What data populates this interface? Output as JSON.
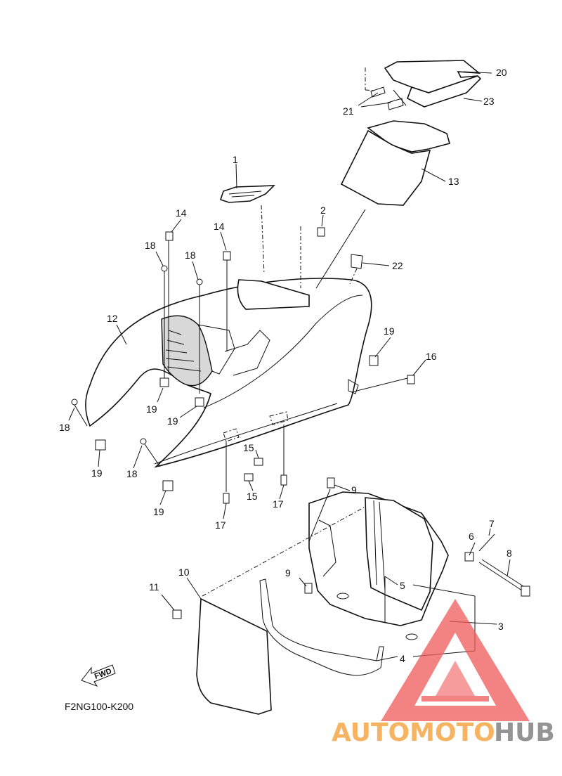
{
  "diagram": {
    "code": "F2NG100-K200",
    "fwd_label": "FWD",
    "parts": [
      {
        "key": "p1",
        "label": "1"
      },
      {
        "key": "p2",
        "label": "2"
      },
      {
        "key": "p3",
        "label": "3"
      },
      {
        "key": "p4",
        "label": "4"
      },
      {
        "key": "p5",
        "label": "5"
      },
      {
        "key": "p6",
        "label": "6"
      },
      {
        "key": "p7",
        "label": "7"
      },
      {
        "key": "p8",
        "label": "8"
      },
      {
        "key": "p9a",
        "label": "9"
      },
      {
        "key": "p9b",
        "label": "9"
      },
      {
        "key": "p10",
        "label": "10"
      },
      {
        "key": "p11",
        "label": "11"
      },
      {
        "key": "p12",
        "label": "12"
      },
      {
        "key": "p13",
        "label": "13"
      },
      {
        "key": "p14a",
        "label": "14"
      },
      {
        "key": "p14b",
        "label": "14"
      },
      {
        "key": "p15a",
        "label": "15"
      },
      {
        "key": "p15b",
        "label": "15"
      },
      {
        "key": "p16",
        "label": "16"
      },
      {
        "key": "p17a",
        "label": "17"
      },
      {
        "key": "p17b",
        "label": "17"
      },
      {
        "key": "p18a",
        "label": "18"
      },
      {
        "key": "p18b",
        "label": "18"
      },
      {
        "key": "p18c",
        "label": "18"
      },
      {
        "key": "p18d",
        "label": "18"
      },
      {
        "key": "p19a",
        "label": "19"
      },
      {
        "key": "p19b",
        "label": "19"
      },
      {
        "key": "p19c",
        "label": "19"
      },
      {
        "key": "p19d",
        "label": "19"
      },
      {
        "key": "p19e",
        "label": "19"
      },
      {
        "key": "p19f",
        "label": "19"
      },
      {
        "key": "p20",
        "label": "20"
      },
      {
        "key": "p21",
        "label": "21"
      },
      {
        "key": "p22",
        "label": "22"
      },
      {
        "key": "p23",
        "label": "23"
      }
    ]
  },
  "watermark": {
    "part1": "AUTOMOTO",
    "part2": "HUB",
    "color1": "#f5a13a",
    "color2": "#7a7a7a",
    "logo_color": "#f05a5a"
  }
}
